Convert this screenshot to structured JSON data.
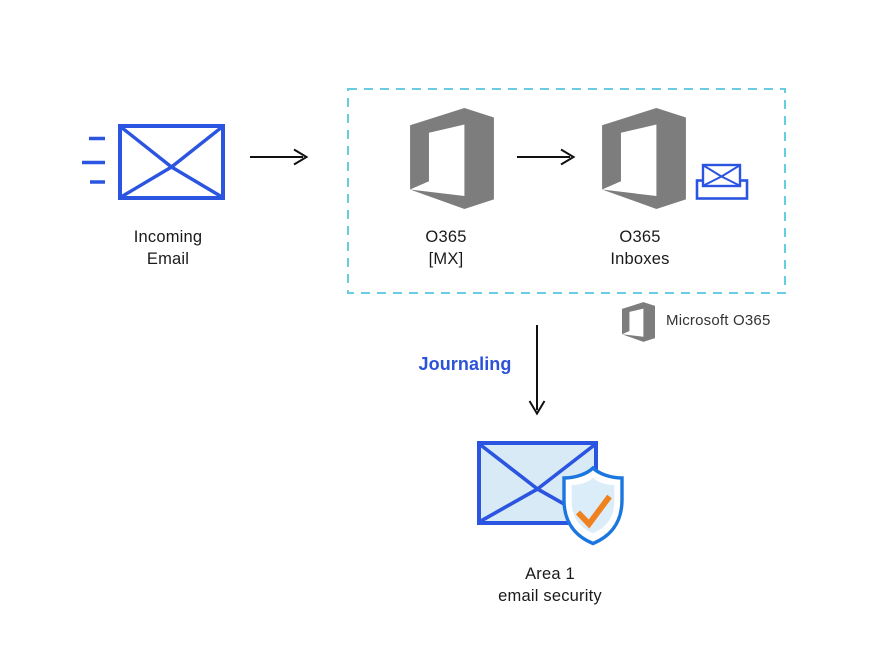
{
  "nodes": {
    "incoming_email": {
      "label": [
        "Incoming",
        "Email"
      ]
    },
    "o365_mx": {
      "label": [
        "O365",
        "[MX]"
      ]
    },
    "o365_inboxes": {
      "label": [
        "O365",
        "Inboxes"
      ]
    },
    "area1": {
      "label": [
        "Area 1",
        "email security"
      ]
    }
  },
  "edges": {
    "journaling_label": "Journaling"
  },
  "legend": {
    "label": "Microsoft O365"
  },
  "icons": {
    "incoming_email": "envelope-with-speed-lines-icon",
    "o365": "office-365-logo",
    "inbox": "inbox-tray-envelope-icon",
    "area1": "envelope-shield-check-icon"
  },
  "colors": {
    "royal_blue": "#2b55e0",
    "journaling_blue": "#2b52d8",
    "shield_blue": "#1b76e0",
    "envelope_fill": "#d9eaf7",
    "shield_fill": "#dcedfa",
    "check_orange": "#f0811f",
    "logo_gray": "#7d7d7d",
    "dashed_border": "#69cde2",
    "arrow": "#111111",
    "text": "#1a1a1a"
  }
}
